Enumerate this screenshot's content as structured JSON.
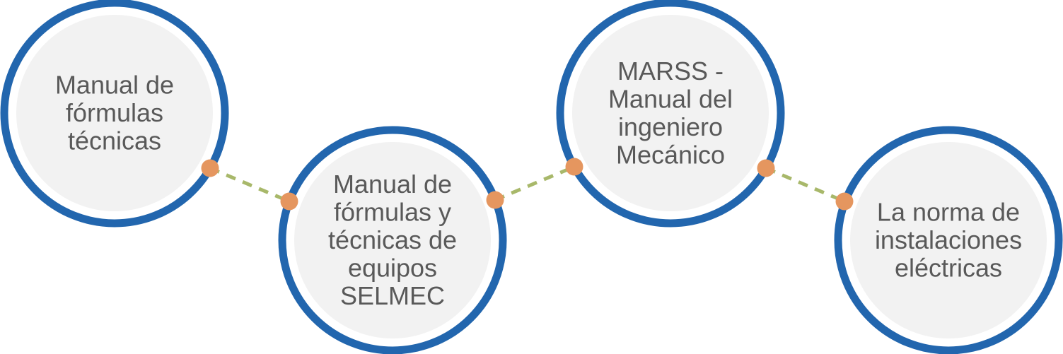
{
  "colors": {
    "ring": "#2266ae",
    "fill": "#f2f2f2",
    "connector_dot": "#e5965f",
    "connector_line": "#a8b86a",
    "text": "#595959"
  },
  "nodes": [
    {
      "lines": [
        "Manual de",
        "fórmulas",
        "técnicas"
      ]
    },
    {
      "lines": [
        "Manual de",
        "fórmulas y",
        "técnicas de",
        "equipos",
        "SELMEC"
      ]
    },
    {
      "lines": [
        "MARSS -",
        "Manual del",
        "ingeniero",
        "Mecánico"
      ]
    },
    {
      "lines": [
        "La norma de",
        "instalaciones",
        "eléctricas"
      ]
    }
  ]
}
